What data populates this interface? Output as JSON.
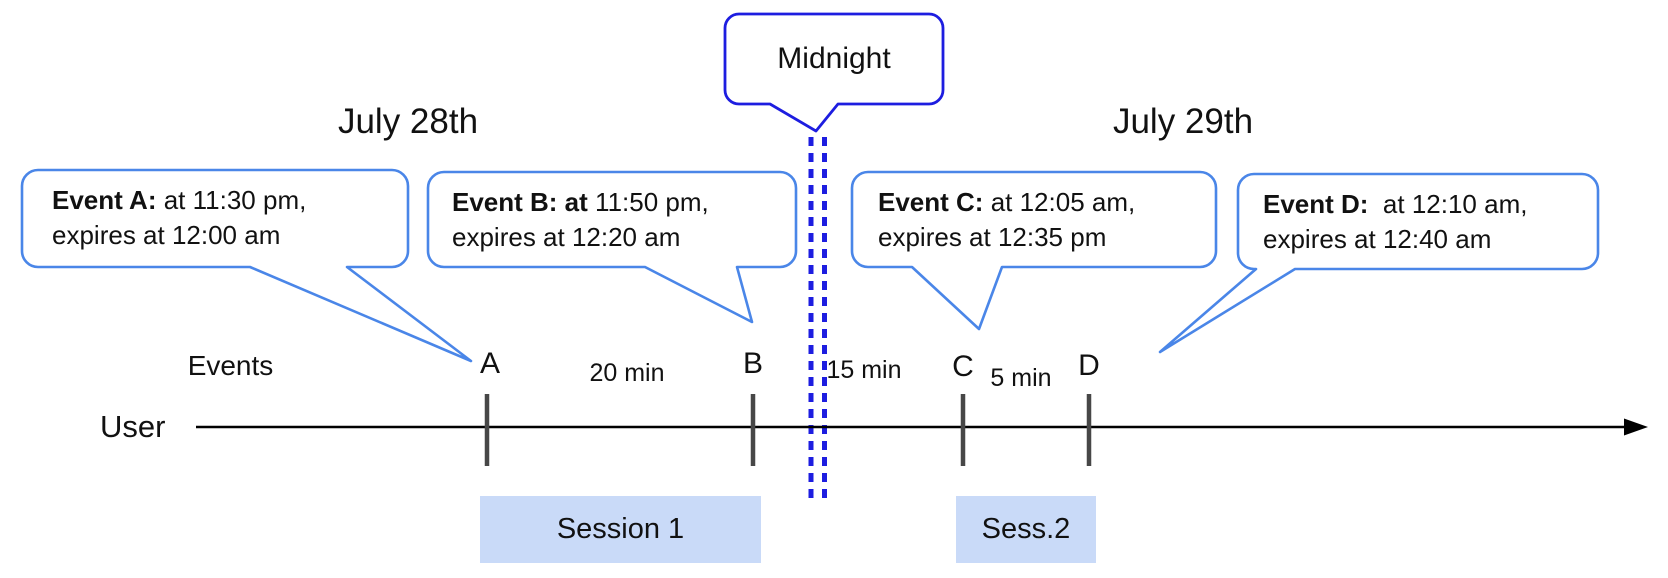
{
  "dates": {
    "left": "July 28th",
    "right": "July 29th"
  },
  "midnight_label": "Midnight",
  "events": [
    {
      "name": "Event A",
      "bold": "Event A:",
      "rest": " at 11:30 pm,",
      "line2": "expires at 12:00 am"
    },
    {
      "name": "Event B",
      "bold": "Event B: at",
      "rest": " 11:50 pm,",
      "line2": "expires at 12:20 am"
    },
    {
      "name": "Event C",
      "bold": "Event C:",
      "rest": " at 12:05 am,",
      "line2": "expires at 12:35 pm"
    },
    {
      "name": "Event D",
      "bold": "Event D:",
      "rest": "  at 12:10 am,",
      "line2": "expires at 12:40 am"
    }
  ],
  "timeline": {
    "axis_label": "User",
    "events_label": "Events",
    "ticks": [
      "A",
      "B",
      "C",
      "D"
    ],
    "gap_labels": [
      "20 min",
      "15 min",
      "5 min"
    ]
  },
  "sessions": [
    {
      "label": "Session 1"
    },
    {
      "label": "Sess.2"
    }
  ],
  "colors": {
    "event_border": "#4a86e8",
    "midnight_blue": "#1d1de0",
    "session_fill": "#c9daf8",
    "tick_color": "#474747",
    "axis_color": "#000000"
  }
}
